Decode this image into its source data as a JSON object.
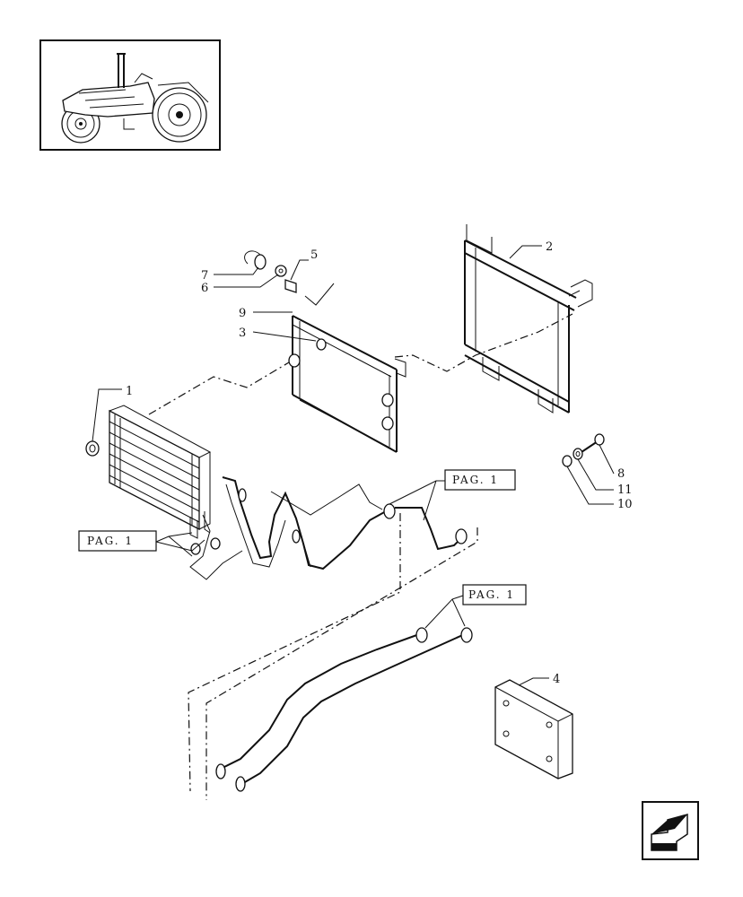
{
  "callouts": {
    "c1": "1",
    "c2": "2",
    "c3": "3",
    "c4": "4",
    "c5": "5",
    "c6": "6",
    "c7": "7",
    "c8": "8",
    "c9": "9",
    "c10": "10",
    "c11": "11"
  },
  "references": {
    "ref_left": "PAG. 1",
    "ref_right": "PAG. 1",
    "ref_lower": "PAG. 1"
  },
  "icons": {
    "thumbnail": "tractor-thumbnail-icon",
    "navigation": "next-page-arrow-icon"
  }
}
